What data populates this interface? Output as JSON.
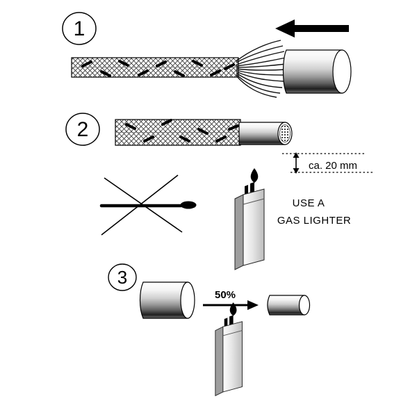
{
  "colors": {
    "background": "#ffffff",
    "ink": "#000000",
    "metal_dark": "#222222",
    "metal_light": "#ffffff",
    "braid_gray": "#3c3c3c"
  },
  "steps": {
    "s1": "1",
    "s2": "2",
    "s3": "3"
  },
  "measurement": {
    "label": "ca. 20 mm"
  },
  "note": {
    "line1": "USE A",
    "line2": "GAS LIGHTER"
  },
  "shrink": {
    "label": "50%"
  }
}
